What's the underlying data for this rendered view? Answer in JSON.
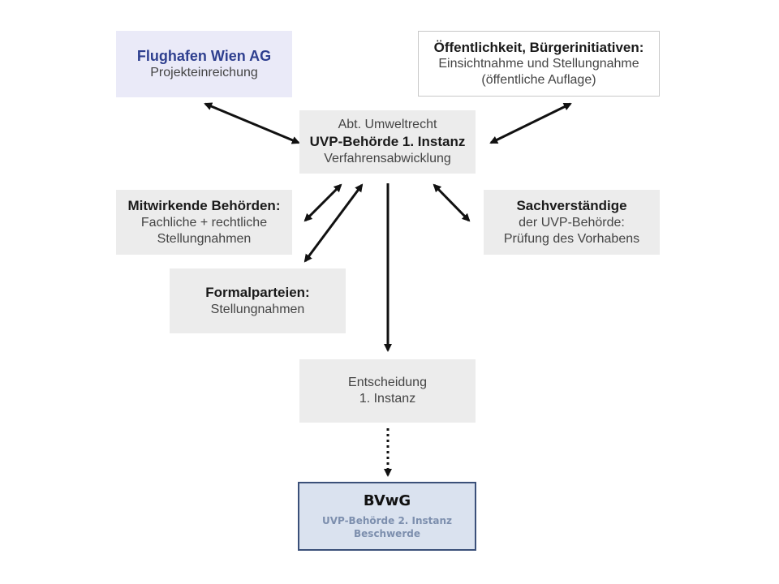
{
  "boxes": {
    "flughafen": {
      "title": "Flughafen Wien AG",
      "line1": "Projekteinreichung"
    },
    "oeffentlich": {
      "title": "Öffentlichkeit, Bürgerinitiativen:",
      "line1": "Einsichtnahme und Stellungnahme",
      "line2": "(öffentliche Auflage)"
    },
    "umweltrecht": {
      "line0": "Abt. Umweltrecht",
      "title": "UVP-Behörde 1. Instanz",
      "line1": "Verfahrensabwicklung"
    },
    "mitwirkend": {
      "title": "Mitwirkende Behörden:",
      "line1": "Fachliche + rechtliche",
      "line2": "Stellungnahmen"
    },
    "sachverst": {
      "title": "Sachverständige",
      "line1": "der UVP-Behörde:",
      "line2": "Prüfung des Vorhabens"
    },
    "formal": {
      "title": "Formalparteien:",
      "line1": "Stellungnahmen"
    },
    "entscheidung": {
      "line1": "Entscheidung",
      "line2": "1. Instanz"
    },
    "bvwg": {
      "title": "BVwG",
      "line1": "UVP-Behörde 2. Instanz",
      "line2": "Beschwerde"
    }
  },
  "colors": {
    "flughafen_title": "#2e3f8f",
    "flughafen_bg": "#eaeaf8",
    "box_gray": "#ececec",
    "bvwg_bg": "#dae2ef",
    "bvwg_border": "#3b5079",
    "arrow": "#111111"
  }
}
